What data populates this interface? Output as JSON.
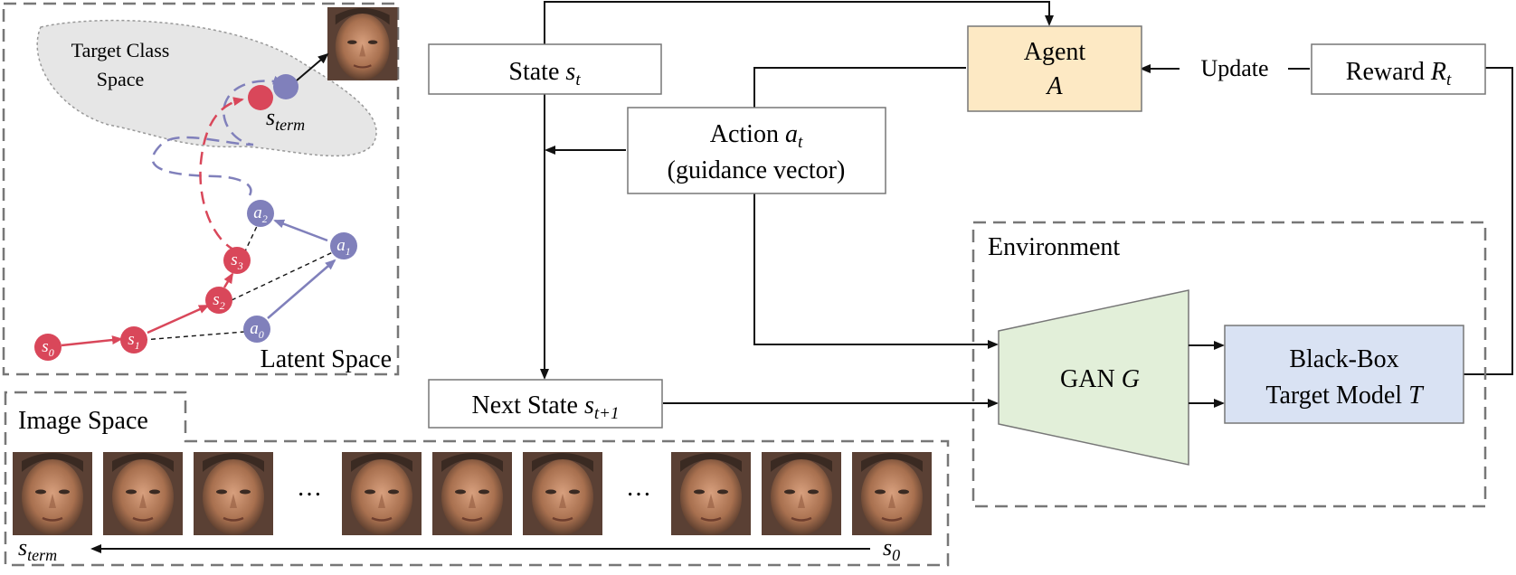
{
  "latent_panel": {
    "target_class_line1": "Target Class",
    "target_class_line2": "Space",
    "s_term_base": "s",
    "s_term_sub": "term",
    "s0_base": "s",
    "s0_sub": "0",
    "s1_base": "s",
    "s1_sub": "1",
    "s2_base": "s",
    "s2_sub": "2",
    "s3_base": "s",
    "s3_sub": "3",
    "a0_base": "a",
    "a0_sub": "0",
    "a1_base": "a",
    "a1_sub": "1",
    "a2_base": "a",
    "a2_sub": "2",
    "caption": "Latent Space"
  },
  "rl_loop": {
    "state_text": "State ",
    "state_base": "s",
    "state_sub": "t",
    "action_text": "Action ",
    "action_base": "a",
    "action_sub": "t",
    "action_line2": "(guidance vector)",
    "agent_line1": "Agent",
    "agent_line2": "A",
    "update_label": "Update",
    "reward_text": "Reward ",
    "reward_base": "R",
    "reward_sub": "t",
    "next_state_text": "Next State ",
    "next_state_base": "s",
    "next_state_sub": "t+1"
  },
  "environment": {
    "title": "Environment",
    "gan_text": "GAN ",
    "gan_var": "G",
    "target_line1": "Black-Box",
    "target_line2_text": "Target Model ",
    "target_var": "T"
  },
  "image_space": {
    "title": "Image Space",
    "ellipsis_1": "…",
    "ellipsis_2": "…",
    "end_base": "s",
    "end_sub": "term",
    "start_base": "s",
    "start_sub": "0"
  },
  "colors": {
    "red_state": "#d9475a",
    "blue_action": "#8080bb",
    "agent_fill": "#fde9c4",
    "gan_fill": "#e2efd9",
    "target_fill": "#d9e2f3",
    "target_class_fill": "#e6e6e6",
    "dashed_border": "#777777"
  },
  "icons": [
    "face-thumbnail-icon",
    "arrow-icon"
  ]
}
